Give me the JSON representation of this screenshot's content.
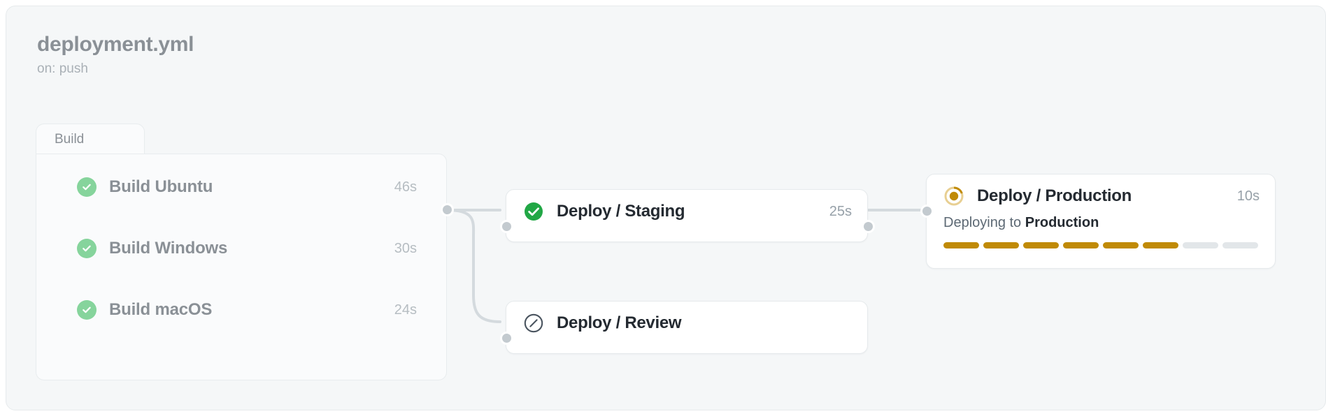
{
  "header": {
    "title": "deployment.yml",
    "trigger": "on: push"
  },
  "colors": {
    "canvas_bg": "#f5f7f8",
    "node_bg": "#ffffff",
    "group_bg": "#fafbfc",
    "border": "#e6eaec",
    "success_strong": "#21a745",
    "success_soft": "#86d49c",
    "running_amber": "#c08a06",
    "running_amber_track": "#e8cf92",
    "skipped_slate": "#4a545f",
    "edge": "#d4dade",
    "handle": "#c3cacf",
    "title_gray": "#8a9096",
    "duration_gray": "#96a0a8"
  },
  "build_group": {
    "tab_label": "Build",
    "rows": [
      {
        "status_icon": "check-circle-icon",
        "label": "Build Ubuntu",
        "duration": "46s"
      },
      {
        "status_icon": "check-circle-icon",
        "label": "Build Windows",
        "duration": "30s"
      },
      {
        "status_icon": "check-circle-icon",
        "label": "Build macOS",
        "duration": "24s"
      }
    ]
  },
  "nodes": [
    {
      "id": "staging",
      "status_icon": "check-circle-filled-icon",
      "status": "success",
      "title": "Deploy / Staging",
      "duration": "25s"
    },
    {
      "id": "review",
      "status_icon": "skipped-circle-slash-icon",
      "status": "skipped",
      "title": "Deploy / Review",
      "duration": ""
    },
    {
      "id": "production",
      "status_icon": "spinner-running-icon",
      "status": "running",
      "title": "Deploy / Production",
      "duration": "10s",
      "status_text_prefix": "Deploying to ",
      "status_text_target": "Production",
      "progress": {
        "segments_total": 8,
        "segments_filled": 6,
        "percent": 75
      }
    }
  ]
}
